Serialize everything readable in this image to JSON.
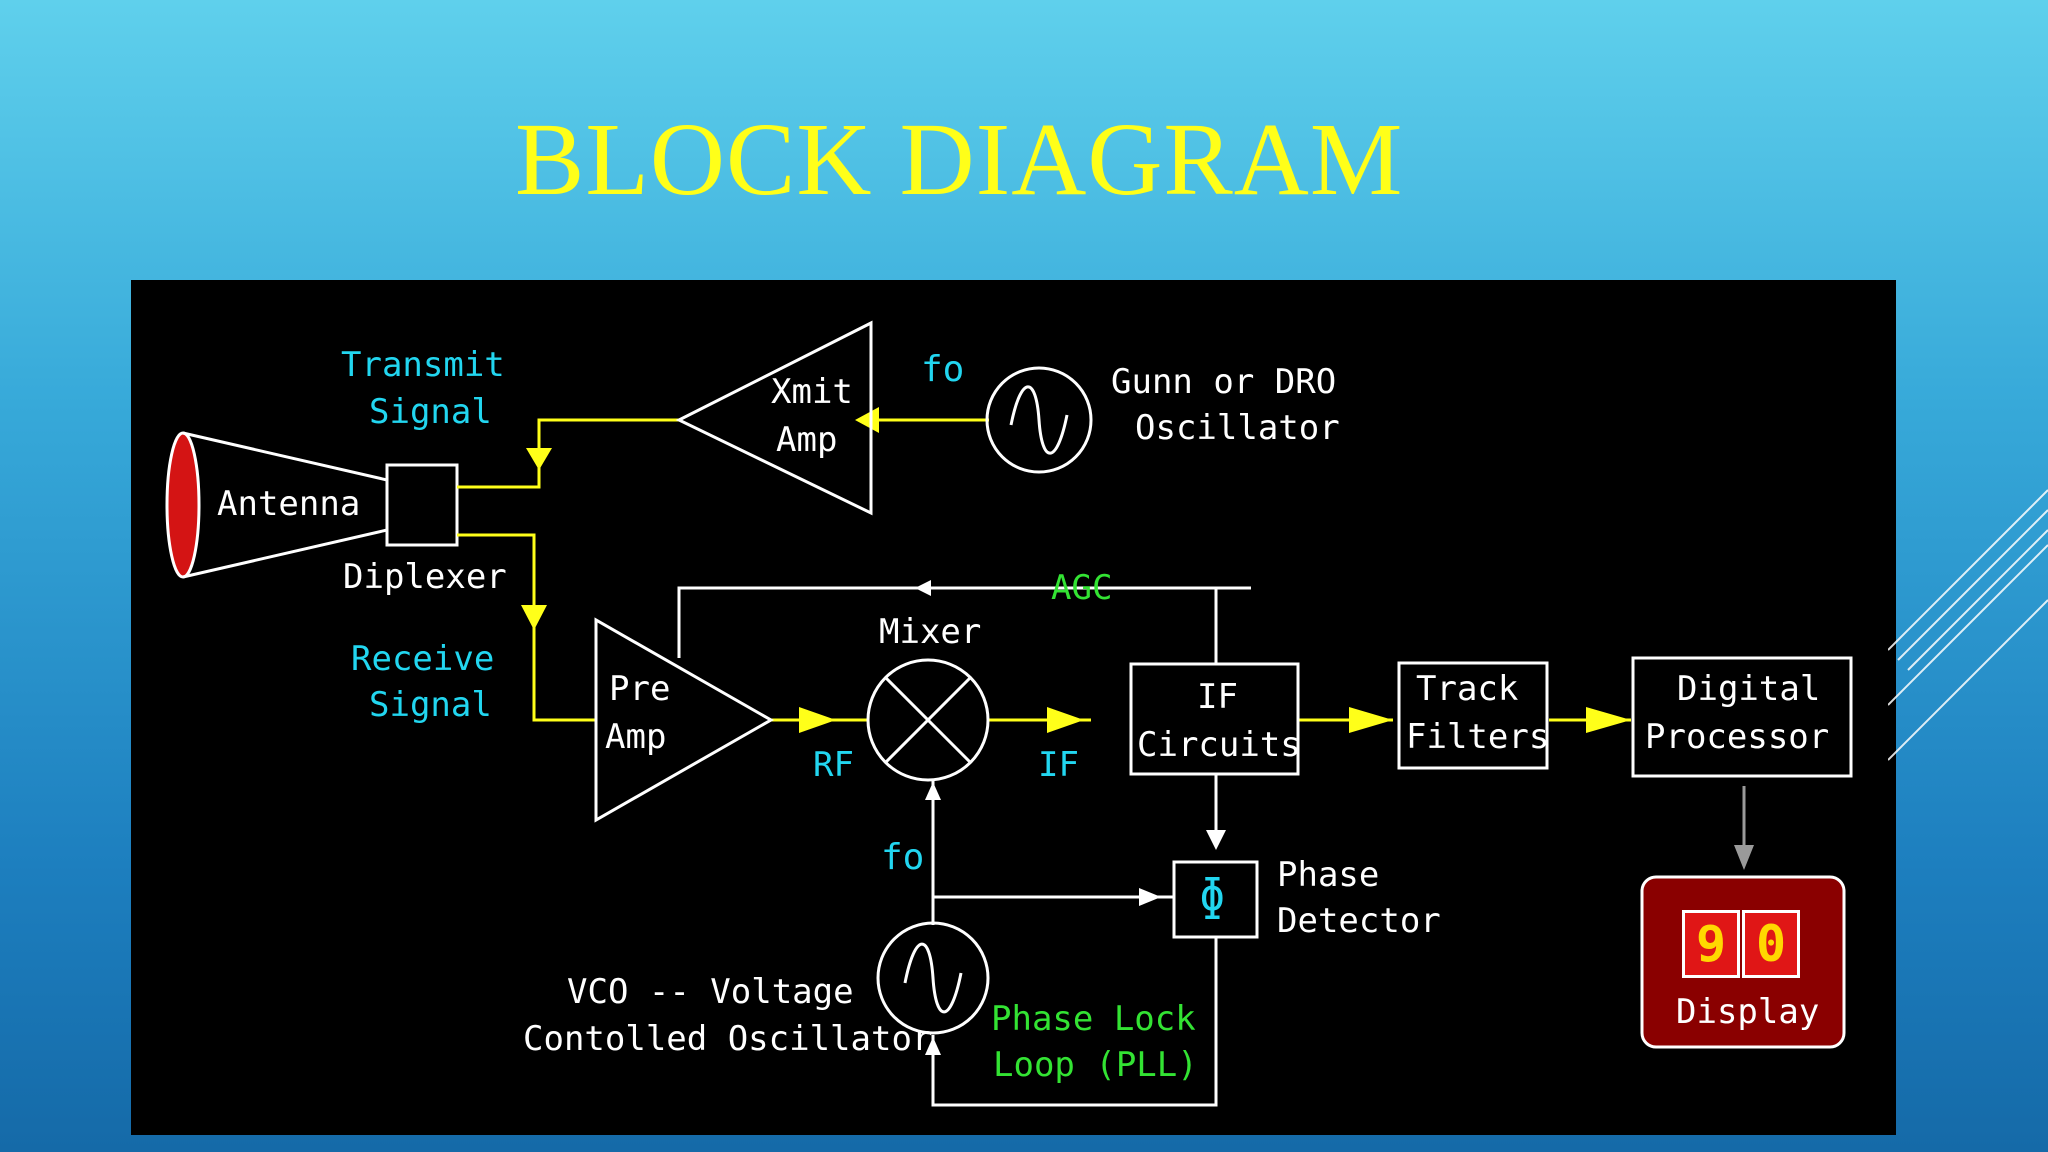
{
  "slide": {
    "title": "BLOCK DIAGRAM"
  },
  "labels": {
    "transmit_signal": [
      "Transmit",
      "Signal"
    ],
    "receive_signal": [
      "Receive",
      "Signal"
    ],
    "antenna": "Antenna",
    "diplexer": "Diplexer",
    "xmit_amp": [
      "Xmit",
      "Amp"
    ],
    "fo_top": "fo",
    "gunn_oscillator": [
      "Gunn or DRO",
      "Oscillator"
    ],
    "agc": "AGC",
    "mixer": "Mixer",
    "pre_amp": [
      "Pre",
      "Amp"
    ],
    "rf": "RF",
    "if": "IF",
    "if_circuits": [
      "IF",
      "Circuits"
    ],
    "track_filters": [
      "Track",
      "Filters"
    ],
    "digital_processor": [
      "Digital",
      "Processor"
    ],
    "fo_bottom": "fo",
    "phase_symbol": "ɸ",
    "phase_detector": [
      "Phase",
      "Detector"
    ],
    "vco": [
      "VCO -- Voltage",
      "Contolled Oscillator"
    ],
    "pll": [
      "Phase Lock",
      "Loop (PLL)"
    ],
    "display_label": "Display",
    "display_digits": [
      "9",
      "0"
    ]
  },
  "colors": {
    "title": "#ffff19",
    "signal_line": "#ffff19",
    "block": "#ffffff",
    "label_cyan": "#22d6f0",
    "label_green": "#33e333",
    "antenna_red": "#d41414",
    "display_bg": "#8a0000"
  }
}
